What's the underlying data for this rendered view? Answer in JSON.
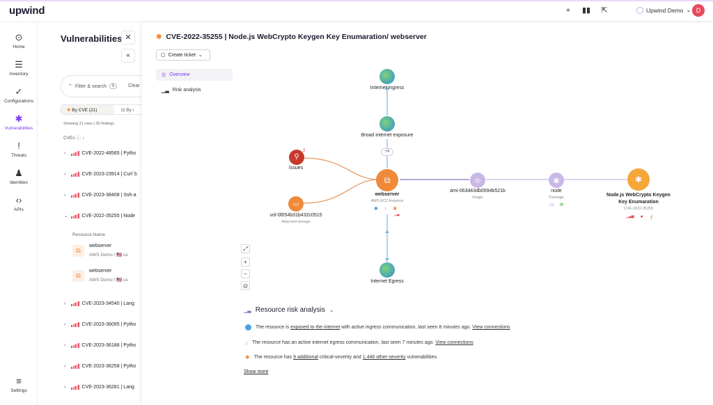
{
  "app": {
    "logo": "upwind",
    "org_name": "Upwind Demo",
    "avatar_initial": "D"
  },
  "topbar_icons": [
    "+",
    "▮▮",
    "⇱"
  ],
  "nav": {
    "items": [
      {
        "label": "Home",
        "icon": "⊙"
      },
      {
        "label": "Inventory",
        "icon": "☰"
      },
      {
        "label": "Configurations",
        "icon": "✓"
      },
      {
        "label": "Vulnerabilities",
        "icon": "✱"
      },
      {
        "label": "Threats",
        "icon": "!"
      },
      {
        "label": "Identities",
        "icon": "♟"
      },
      {
        "label": "APIs",
        "icon": "‹›"
      },
      {
        "label": "Settings",
        "icon": "≡"
      }
    ]
  },
  "left": {
    "title": "Vulnerabilities",
    "filter_label": "Filter & search",
    "filter_count": "5",
    "clear_label": "Clear",
    "seg_by_cve": "By CVE (21)",
    "seg_by_other": "By i",
    "showing": "Showing 21 rows | 39 findings",
    "cves_header": "CVEs",
    "cves": [
      {
        "label": "CVE-2022-48565 | Pytho",
        "open": false
      },
      {
        "label": "CVE-2023-23914 | Curl S",
        "open": false
      },
      {
        "label": "CVE-2023-38408 | Ssh-a",
        "open": false
      },
      {
        "label": "CVE-2022-35255 | Node",
        "open": true
      },
      {
        "label": "CVE-2023-34540 | Lang",
        "open": false
      },
      {
        "label": "CVE-2023-36095 | Pytho",
        "open": false
      },
      {
        "label": "CVE-2023-36188 | Pytho",
        "open": false
      },
      {
        "label": "CVE-2023-36258 | Pytho",
        "open": false
      },
      {
        "label": "CVE-2023-36281 | Lang",
        "open": false
      }
    ],
    "resource_header": "Resource Name",
    "resources": [
      {
        "name": "webserver",
        "sub": "AWS Demo / 🇺🇸 us"
      },
      {
        "name": "webserver",
        "sub": "AWS Demo / 🇺🇸 us"
      }
    ]
  },
  "drawer": {
    "title": "CVE-2022-35255 | Node.js WebCrypto Keygen Key Enumaration/ webserver",
    "create_ticket": "Create ticket",
    "tabs": [
      "Overview",
      "Risk analysis"
    ],
    "graph": {
      "internet_ingress": "Internet Ingress",
      "broad_exposure": "Broad internet exposure",
      "plus_count": "+4",
      "issues": "Issues",
      "issues_count": "2",
      "volume": "vol-0f054b31b432c0515",
      "volume_sub": "Attached storage",
      "webserver": "webserver",
      "webserver_sub": "AWS EC2 Instance",
      "ami": "ami-063d43db0594b521b",
      "ami_sub": "Image",
      "node": "node",
      "node_sub": "Package",
      "cve_node_line1": "Node.js WebCrypto Keygen",
      "cve_node_line2": "Key Enumaration",
      "cve_node_sub": "CVE-2022-35255",
      "internet_egress": "Internet Egress"
    },
    "zoom_controls": [
      "⤢",
      "+",
      "−",
      "◎"
    ],
    "risk_title": "Resource risk analysis",
    "risks": [
      {
        "pre": "The resource is ",
        "link": "exposed to the internet",
        "post": " with active ingress communication, last seen 8 minutes ago. ",
        "link2": "View connections"
      },
      {
        "pre": "The resource has an active internet egress communication, last seen 7 minutes ago. ",
        "link": "View connections",
        "post": "",
        "link2": ""
      },
      {
        "pre": "The resource has ",
        "link": "9 additional",
        "post": " critical-severity and ",
        "link2": "1,446 other-severity",
        "post2": " vulnerabilities."
      }
    ],
    "show_more": "Show more"
  }
}
